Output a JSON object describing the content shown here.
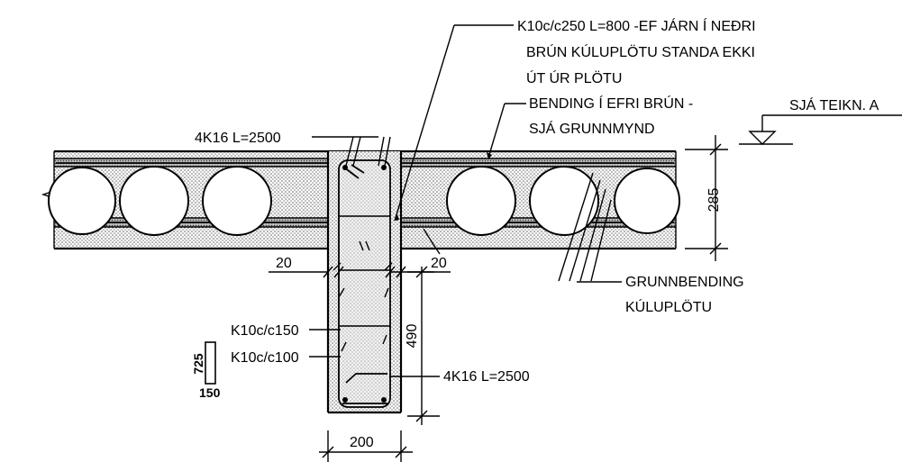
{
  "notes": {
    "top_bar": {
      "line1": "K10c/c250 L=800 -EF JÁRN Í NEÐRI",
      "line2": "BRÚN KÚLUPLÖTU STANDA EKKI",
      "line3": "ÚT ÚR PLÖTU"
    },
    "bending": {
      "line1": "BENDING Í EFRI BRÚN -",
      "line2": "SJÁ GRUNNMYND"
    },
    "level_ref": "SJÁ TEIKN. A",
    "top_rebar": "4K16 L=2500",
    "ground_bending": {
      "line1": "GRUNNBENDING",
      "line2": "KÚLUPLÖTU"
    },
    "stirrup_150": "K10c/c150",
    "stirrup_100": "K10c/c100",
    "bottom_rebar": "4K16 L=2500"
  },
  "dimensions": {
    "slab_thickness": "285",
    "beam_depth": "490",
    "beam_width": "200",
    "cover_left": "20",
    "cover_right": "20",
    "stirrup_height": "725",
    "stirrup_width": "150"
  }
}
